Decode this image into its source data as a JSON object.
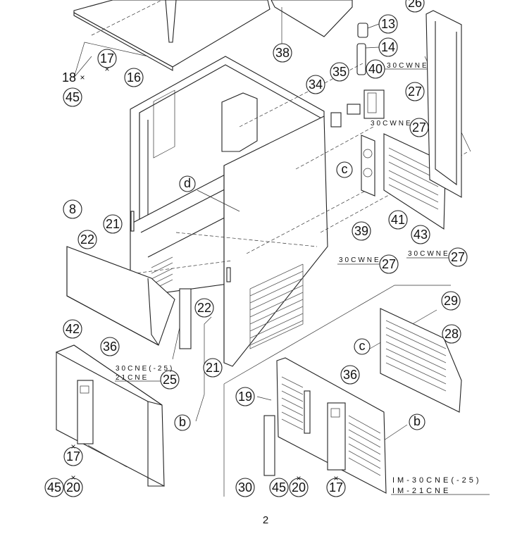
{
  "callouts": [
    "13",
    "14",
    "17",
    "16",
    "18",
    "45",
    "38",
    "35",
    "40",
    "34",
    "27",
    "27",
    "c",
    "d",
    "8",
    "21",
    "22",
    "39",
    "41",
    "43",
    "27",
    "27",
    "29",
    "28",
    "c",
    "42",
    "36",
    "22",
    "21",
    "25",
    "b",
    "19",
    "36",
    "b",
    "17",
    "45",
    "20",
    "30",
    "45",
    "20",
    "17",
    "26"
  ],
  "notes": {
    "n30cwne_a": "30CWNE",
    "n30cwne_b": "30CWNE",
    "n30cwne_c": "30CWNE",
    "n30cwne_d": "30CWNE",
    "n30cne25": "30CNE(-25)",
    "n21cne": "21CNE",
    "model_1": "IM-30CNE(-25)",
    "model_2": "IM-21CNE"
  },
  "marks": {
    "cross": "×"
  },
  "page_number": "2"
}
